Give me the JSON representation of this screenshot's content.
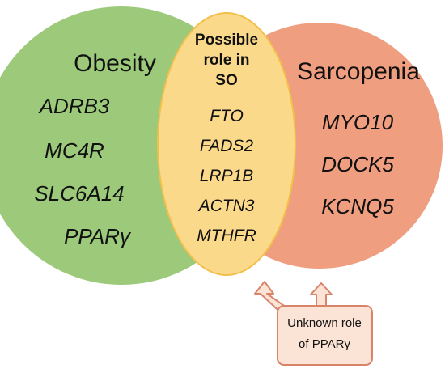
{
  "colors": {
    "obesity_fill": "#9cc97a",
    "sarcopenia_fill": "#ef9e80",
    "overlap_fill": "#fbd98a",
    "overlap_stroke": "#f2c04a",
    "callout_fill": "#fbe3d5",
    "callout_stroke": "#d8846a"
  },
  "left": {
    "title": "Obesity",
    "genes": [
      "ADRB3",
      "MC4R",
      "SLC6A14",
      "PPARγ"
    ]
  },
  "middle": {
    "title_lines": [
      "Possible",
      "role in",
      "SO"
    ],
    "genes": [
      "FTO",
      "FADS2",
      "LRP1B",
      "ACTN3",
      "MTHFR"
    ]
  },
  "right": {
    "title": "Sarcopenia",
    "genes": [
      "MYO10",
      "DOCK5",
      "KCNQ5"
    ]
  },
  "callout": {
    "lines": [
      "Unknown role",
      "of PPARγ"
    ]
  }
}
